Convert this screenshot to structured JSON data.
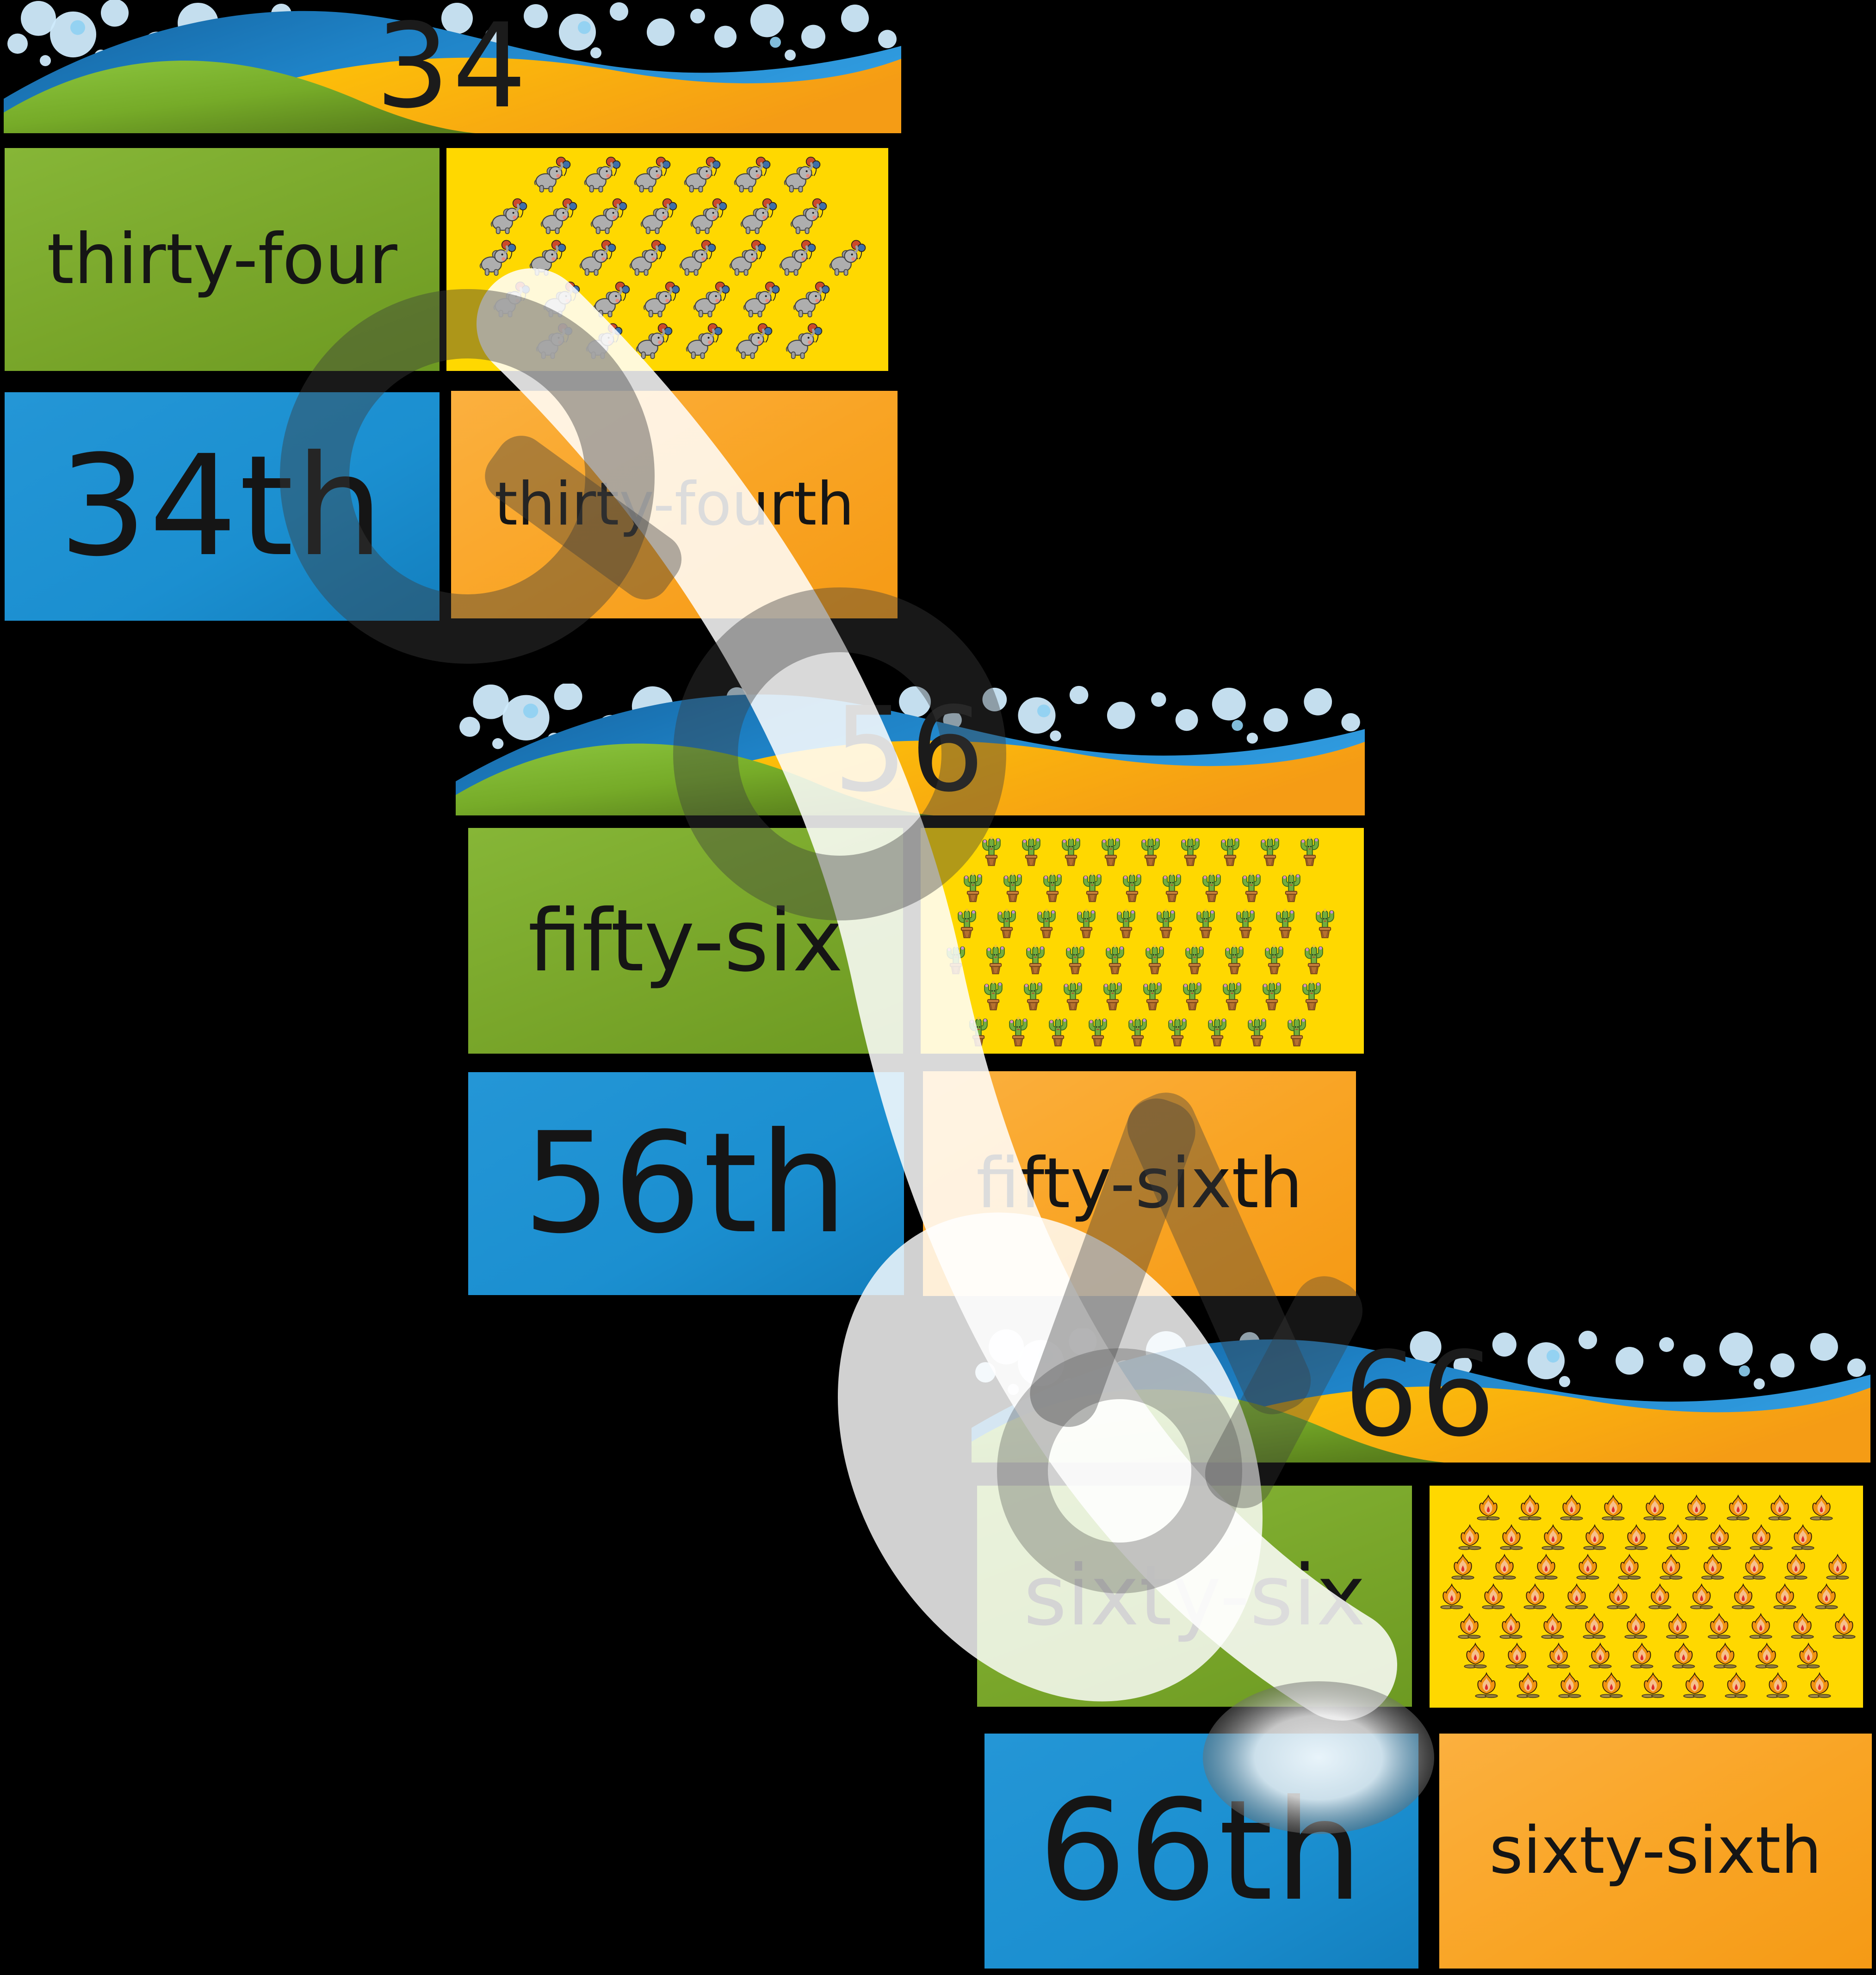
{
  "groups": [
    {
      "number": "34",
      "number_word": "thirty-four",
      "ordinal": "34th",
      "ordinal_word": "thirty-fourth",
      "icon": "elephant-balloons-icon",
      "icon_count": 34,
      "icon_rows": [
        6,
        7,
        8,
        7,
        6
      ]
    },
    {
      "number": "56",
      "number_word": "fifty-six",
      "ordinal": "56th",
      "ordinal_word": "fifty-sixth",
      "icon": "cactus-pot-icon",
      "icon_count": 56,
      "icon_rows": [
        9,
        9,
        10,
        10,
        9,
        9
      ]
    },
    {
      "number": "66",
      "number_word": "sixty-six",
      "ordinal": "66th",
      "ordinal_word": "sixty-sixth",
      "icon": "campfire-icon",
      "icon_count": 66,
      "icon_rows": [
        9,
        9,
        10,
        10,
        10,
        9,
        9
      ]
    }
  ],
  "colors": {
    "card_green": "#79A62A",
    "card_yellow": "#FFD800",
    "card_blue": "#1B8FD0",
    "card_orange": "#F9A424",
    "header_blue": "#1E7FC4",
    "header_green": "#76AB28",
    "header_yellow": "#FFC20E",
    "bubble_light_blue": "#C9E8F9",
    "text_black": "#141414",
    "background": "#000000"
  }
}
